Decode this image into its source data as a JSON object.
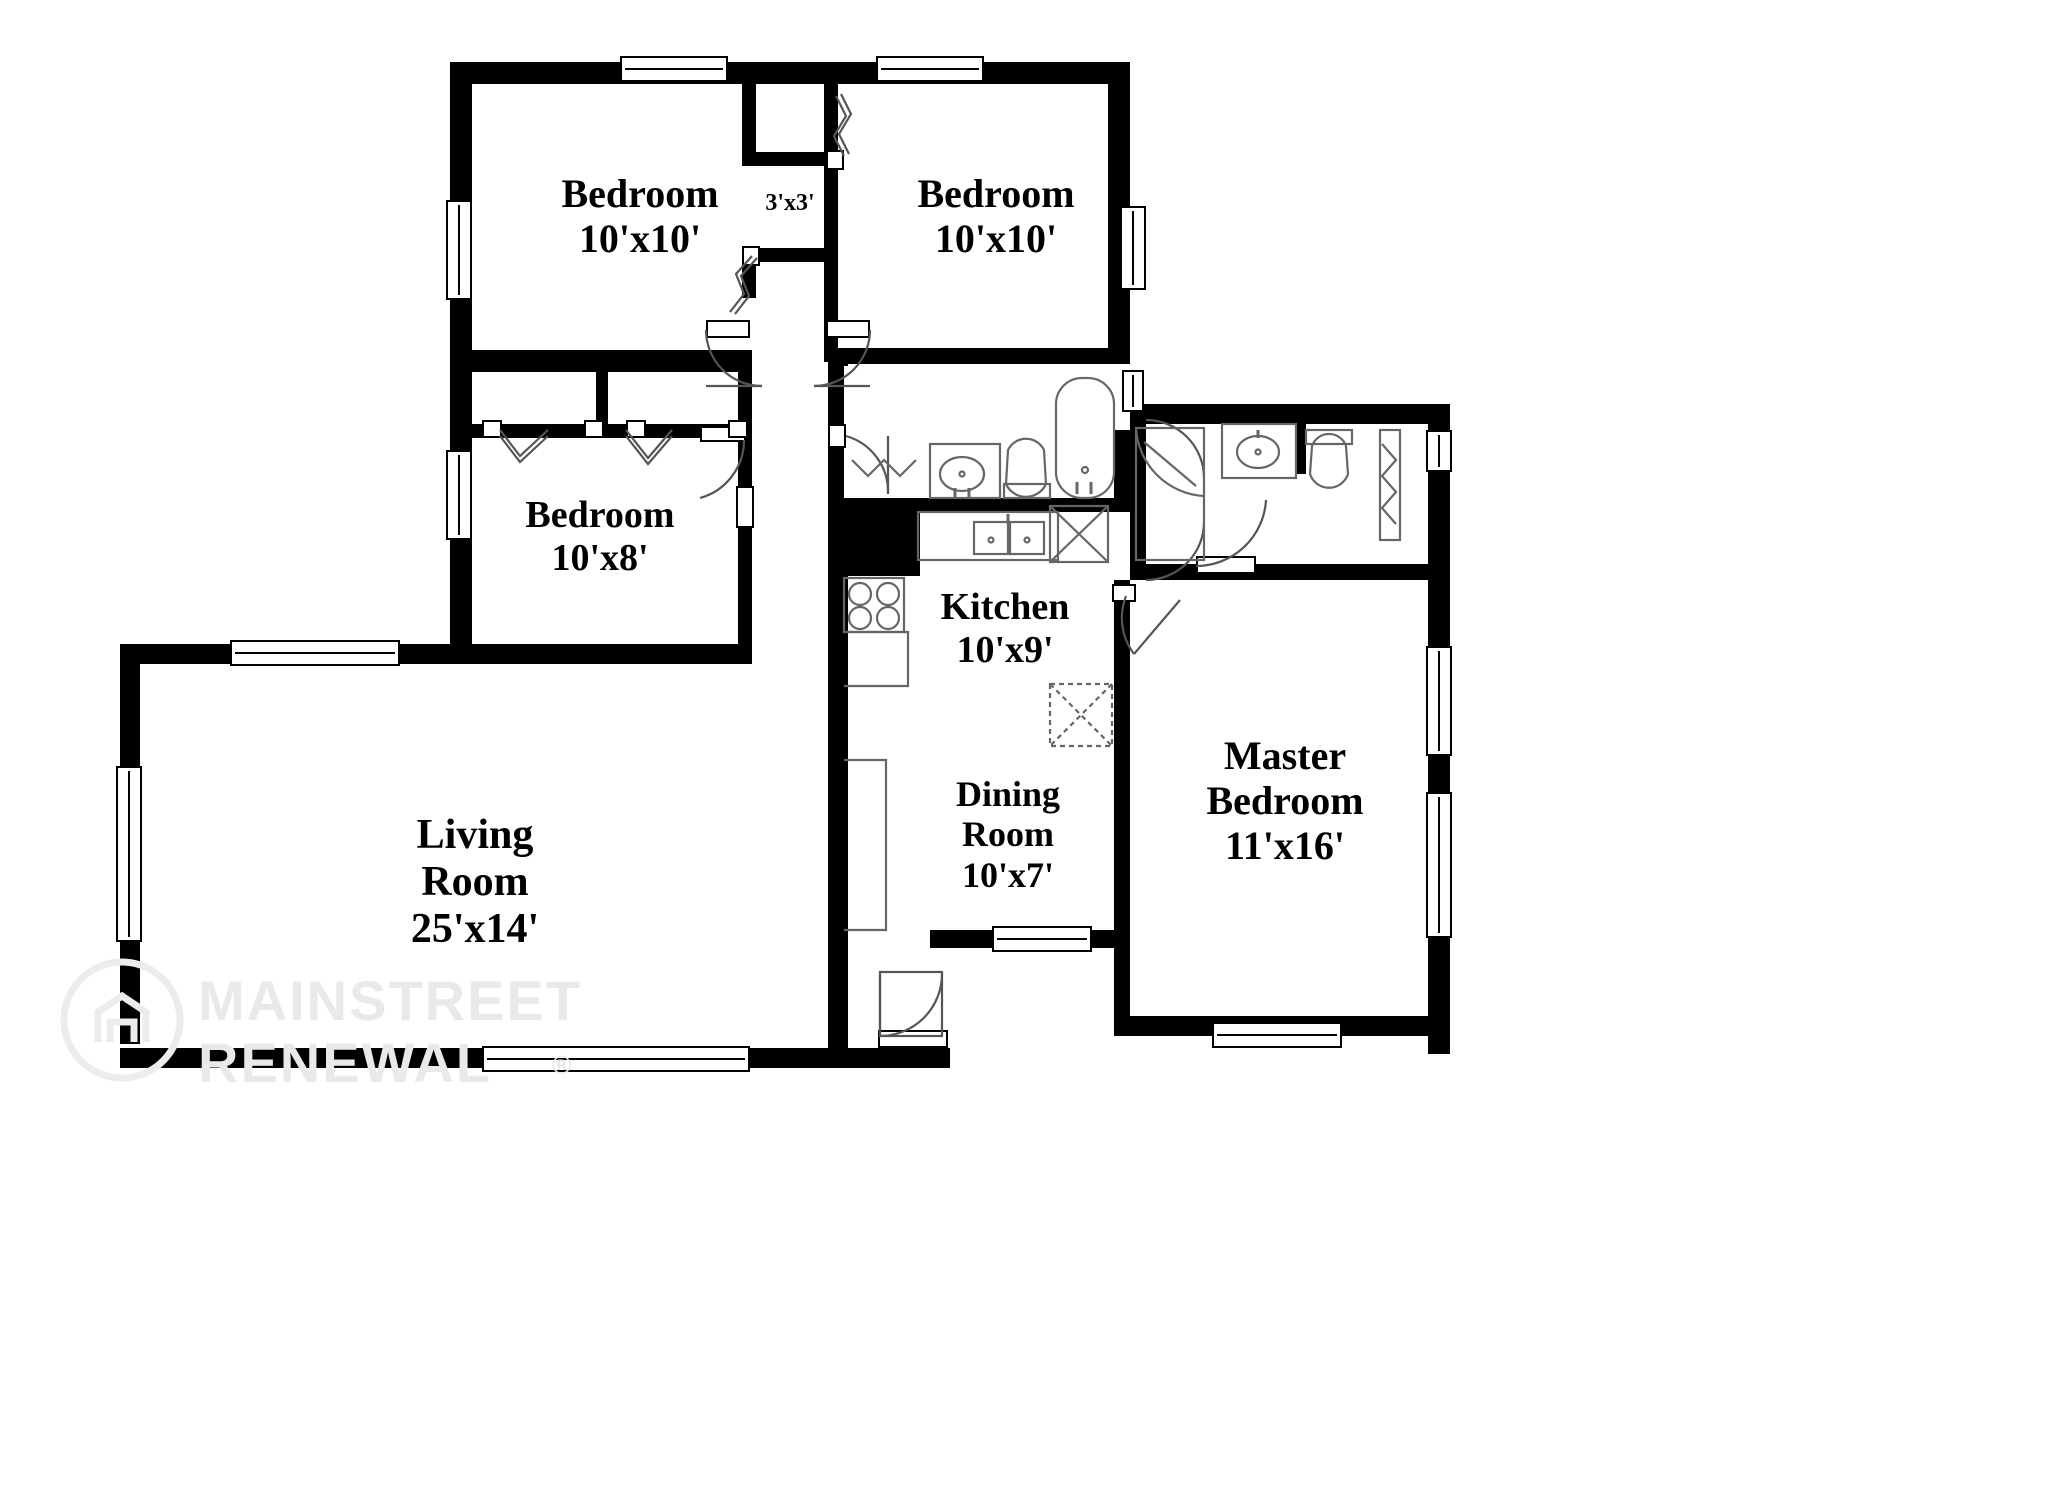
{
  "plan": {
    "title": "Residential Floor Plan",
    "watermark": {
      "line1": "MAINSTREET",
      "line2": "RENEWAL",
      "registered": "®",
      "color": "#e9e9e9"
    },
    "colors": {
      "wall": "#000000",
      "floor": "#ffffff",
      "fixture_line": "#6f6f6f",
      "watermark": "#e9e9e9"
    },
    "rooms": [
      {
        "id": "bedroom-nw",
        "name": "Bedroom",
        "dimensions": "10'x10'",
        "label": "Bedroom\n10'x10'"
      },
      {
        "id": "bedroom-ne",
        "name": "Bedroom",
        "dimensions": "10'x10'",
        "label": "Bedroom\n10'x10'"
      },
      {
        "id": "closet-center",
        "name": "Closet",
        "dimensions": "3'x3'",
        "label": "3'x3'"
      },
      {
        "id": "bedroom-w",
        "name": "Bedroom",
        "dimensions": "10'x8'",
        "label": "Bedroom\n10'x8'"
      },
      {
        "id": "kitchen",
        "name": "Kitchen",
        "dimensions": "10'x9'",
        "label": "Kitchen\n10'x9'"
      },
      {
        "id": "dining-room",
        "name": "Dining Room",
        "dimensions": "10'x7'",
        "label": "Dining\nRoom\n10'x7'"
      },
      {
        "id": "living-room",
        "name": "Living Room",
        "dimensions": "25'x14'",
        "label": "Living\nRoom\n25'x14'"
      },
      {
        "id": "master-bedroom",
        "name": "Master Bedroom",
        "dimensions": "11'x16'",
        "label": "Master\nBedroom\n11'x16'"
      }
    ],
    "fixtures": [
      {
        "id": "bathtub",
        "type": "tub",
        "room": "hall-bath"
      },
      {
        "id": "toilet-hall",
        "type": "toilet",
        "room": "hall-bath"
      },
      {
        "id": "sink-hall",
        "type": "sink",
        "room": "hall-bath"
      },
      {
        "id": "corner-shower",
        "type": "shower",
        "room": "master-bath"
      },
      {
        "id": "toilet-master",
        "type": "toilet",
        "room": "master-bath"
      },
      {
        "id": "sink-master",
        "type": "sink",
        "room": "master-bath"
      },
      {
        "id": "kitchen-sink",
        "type": "double-sink",
        "room": "kitchen"
      },
      {
        "id": "range",
        "type": "cooktop",
        "room": "kitchen"
      },
      {
        "id": "water-heater",
        "type": "closet",
        "room": "utility"
      }
    ]
  }
}
